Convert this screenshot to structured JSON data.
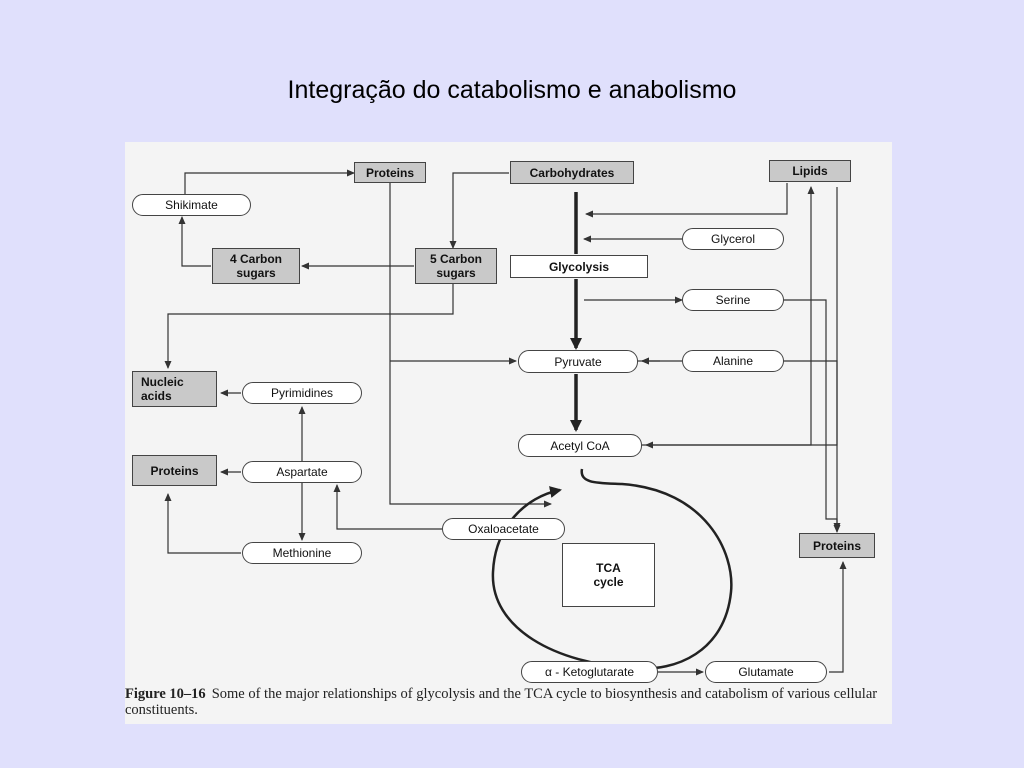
{
  "slide": {
    "title": "Integração do catabolismo e anabolismo"
  },
  "diagram": {
    "boxes": {
      "proteins_top": "Proteins",
      "carbohydrates": "Carbohydrates",
      "lipids": "Lipids",
      "four_carbon_sugars": "4 Carbon\nsugars",
      "five_carbon_sugars": "5 Carbon\nsugars",
      "glycolysis": "Glycolysis",
      "nucleic_acids": "Nucleic\nacids",
      "proteins_left": "Proteins",
      "proteins_right": "Proteins",
      "tca_cycle": "TCA\ncycle"
    },
    "metabolites": {
      "shikimate": "Shikimate",
      "glycerol": "Glycerol",
      "serine": "Serine",
      "pyruvate": "Pyruvate",
      "alanine": "Alanine",
      "pyrimidines": "Pyrimidines",
      "acetyl_coa": "Acetyl CoA",
      "aspartate": "Aspartate",
      "oxaloacetate": "Oxaloacetate",
      "methionine": "Methionine",
      "ketoglutarate": "α - Ketoglutarate",
      "glutamate": "Glutamate"
    },
    "caption": {
      "label": "Figure 10–16",
      "text": "Some of the major relationships of glycolysis and the TCA cycle to biosynthesis and catabolism of various cellular constituents."
    }
  }
}
